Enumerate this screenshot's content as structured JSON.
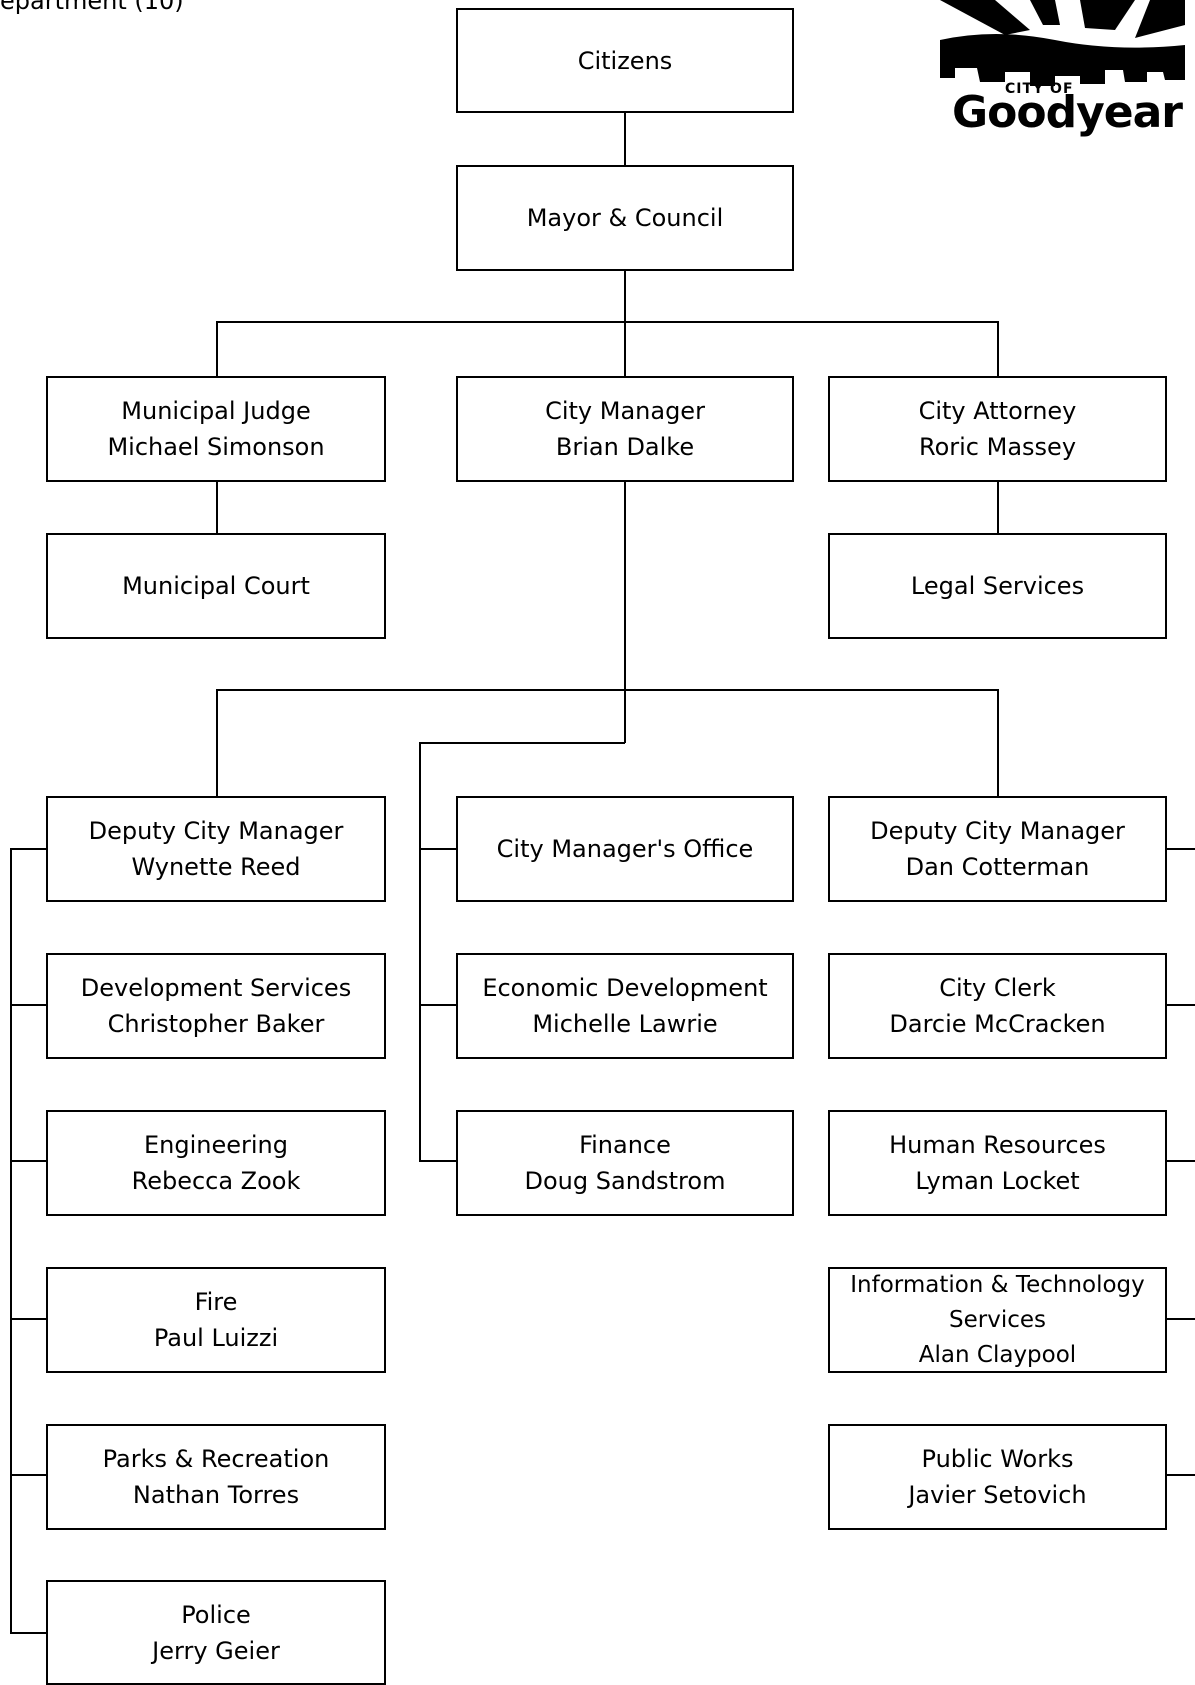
{
  "page": {
    "label": "epartment (10)"
  },
  "logo": {
    "city_text": "CITY OF",
    "name_text": "Goodyear"
  },
  "nodes": {
    "citizens": {
      "line1": "Citizens"
    },
    "mayor_council": {
      "line1": "Mayor & Council"
    },
    "municipal_judge": {
      "line1": "Municipal Judge",
      "line2": "Michael Simonson"
    },
    "city_manager": {
      "line1": "City Manager",
      "line2": "Brian Dalke"
    },
    "city_attorney": {
      "line1": "City Attorney",
      "line2": "Roric Massey"
    },
    "municipal_court": {
      "line1": "Municipal Court"
    },
    "legal_services": {
      "line1": "Legal Services"
    },
    "deputy_cm_reed": {
      "line1": "Deputy City Manager",
      "line2": "Wynette Reed"
    },
    "city_managers_office": {
      "line1": "City Manager's Office"
    },
    "deputy_cm_cotterman": {
      "line1": "Deputy City Manager",
      "line2": "Dan Cotterman"
    },
    "development_services": {
      "line1": "Development Services",
      "line2": "Christopher Baker"
    },
    "economic_development": {
      "line1": "Economic Development",
      "line2": "Michelle Lawrie"
    },
    "city_clerk": {
      "line1": "City Clerk",
      "line2": "Darcie McCracken"
    },
    "engineering": {
      "line1": "Engineering",
      "line2": "Rebecca Zook"
    },
    "finance": {
      "line1": "Finance",
      "line2": "Doug Sandstrom"
    },
    "human_resources": {
      "line1": "Human Resources",
      "line2": "Lyman Locket"
    },
    "fire": {
      "line1": "Fire",
      "line2": "Paul Luizzi"
    },
    "its": {
      "line1": "Information & Technology",
      "line2": "Services",
      "line3": "Alan Claypool"
    },
    "parks_recreation": {
      "line1": "Parks & Recreation",
      "line2": "Nathan Torres"
    },
    "public_works": {
      "line1": "Public Works",
      "line2": "Javier Setovich"
    },
    "police": {
      "line1": "Police",
      "line2": "Jerry Geier"
    }
  }
}
